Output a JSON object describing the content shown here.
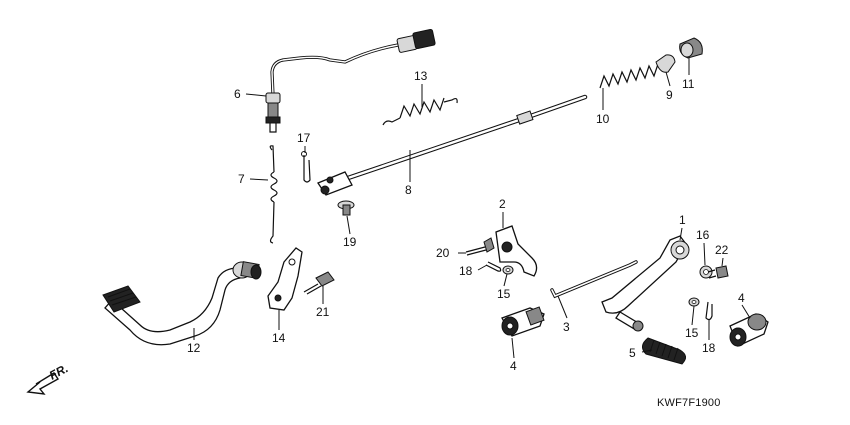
{
  "callouts": {
    "c1": "1",
    "c2": "2",
    "c3": "3",
    "c4a": "4",
    "c4b": "4",
    "c5": "5",
    "c6": "6",
    "c7": "7",
    "c8": "8",
    "c9": "9",
    "c10": "10",
    "c11": "11",
    "c12": "12",
    "c13": "13",
    "c14": "14",
    "c15a": "15",
    "c15b": "15",
    "c16": "16",
    "c17": "17",
    "c18a": "18",
    "c18b": "18",
    "c19": "19",
    "c20": "20",
    "c21": "21",
    "c22": "22"
  },
  "direction_label": "FR.",
  "diagram_code": "KWF7F1900"
}
